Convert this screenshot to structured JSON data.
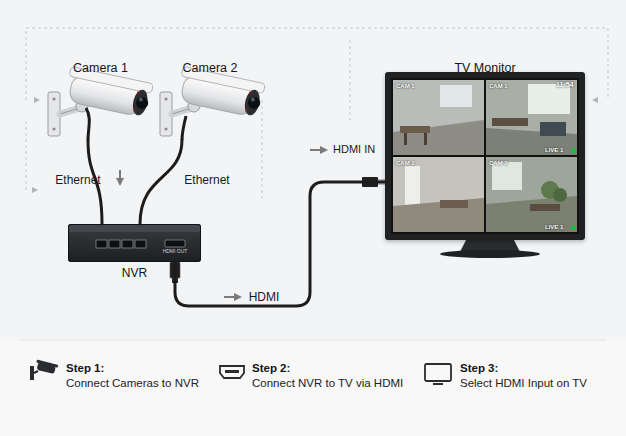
{
  "diagram": {
    "nodes": [
      {
        "text": [
          "Camera 1"
        ]
      },
      {
        "text": [
          "Camera 2"
        ]
      },
      {
        "text": [
          "TV Monitor"
        ]
      },
      {
        "text": [
          "NVR"
        ]
      }
    ],
    "edges": [
      {
        "from": 0,
        "to": 3,
        "label": "Ethernet",
        "arrow": "none"
      },
      {
        "from": 1,
        "to": 3,
        "label": "Ethernet",
        "arrow": "none"
      },
      {
        "from": 3,
        "to": 2,
        "label": "HDMI",
        "arrow": "none"
      }
    ],
    "labels": [
      "HDMI OUT",
      "HDMI IN",
      "CAM 1",
      "CAM 1",
      "CAM 2",
      "CAM 2",
      "11:54",
      "LIVE 1",
      "LIVE 1",
      "Step 1:",
      "Connect Cameras to NVR",
      "Step 2:",
      "Connect NVR to TV via HDMI",
      "Step 3:",
      "Select HDMI Input on TV"
    ]
  }
}
